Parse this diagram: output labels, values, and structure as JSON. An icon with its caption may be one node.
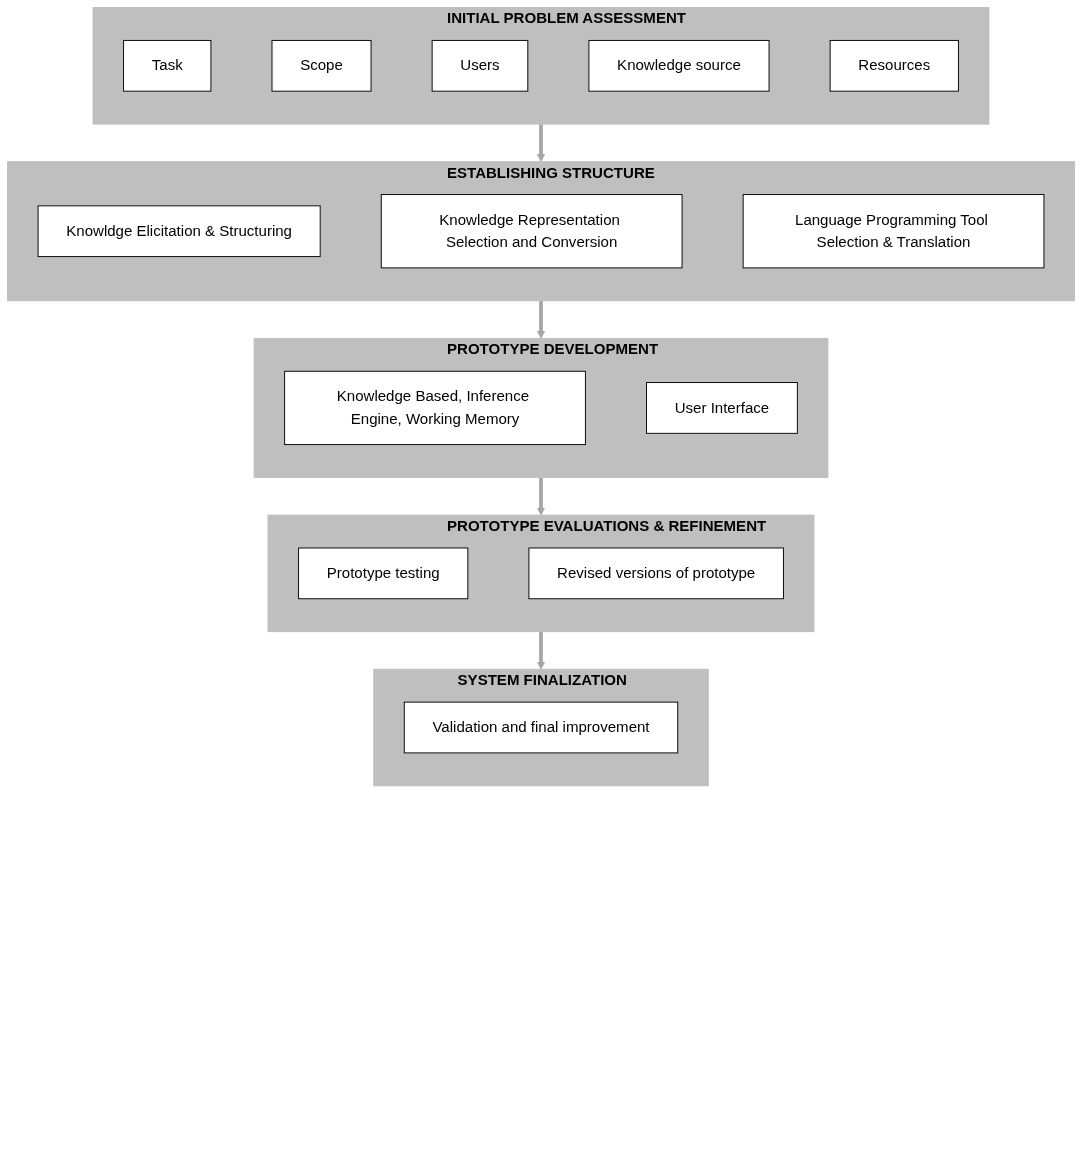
{
  "diagram": {
    "nodes": [
      {
        "text": [
          "INITIAL PROBLEM ASSESSMENT"
        ]
      },
      {
        "text": [
          "Task"
        ],
        "in": 0
      },
      {
        "text": [
          "Scope"
        ],
        "in": 0
      },
      {
        "text": [
          "Users"
        ],
        "in": 0
      },
      {
        "text": [
          "Knowledge source"
        ],
        "in": 0
      },
      {
        "text": [
          "Resources"
        ],
        "in": 0
      },
      {
        "text": [
          "ESTABLISHING STRUCTURE"
        ]
      },
      {
        "text": [
          "Knowldge Elicitation & Structuring"
        ],
        "in": 6
      },
      {
        "text": [
          "Knowledge Representation Selection and Conversion"
        ],
        "in": 6
      },
      {
        "text": [
          "Language Programming Tool Selection & Translation"
        ],
        "in": 6
      },
      {
        "text": [
          "PROTOTYPE DEVELOPMENT"
        ]
      },
      {
        "text": [
          "Knowledge Based, Inference Engine, Working Memory"
        ],
        "in": 10
      },
      {
        "text": [
          "User Interface"
        ],
        "in": 10
      },
      {
        "text": [
          "PROTOTYPE EVALUATIONS & REFINEMENT"
        ]
      },
      {
        "text": [
          "Prototype testing"
        ],
        "in": 13
      },
      {
        "text": [
          "Revised versions of prototype"
        ],
        "in": 13
      },
      {
        "text": [
          "SYSTEM FINALIZATION"
        ]
      },
      {
        "text": [
          "Validation and final improvement"
        ],
        "in": 16
      }
    ],
    "edges": [
      {
        "from": 0,
        "to": 6,
        "arrow": "to"
      },
      {
        "from": 6,
        "to": 10,
        "arrow": "to"
      },
      {
        "from": 10,
        "to": 13,
        "arrow": "to"
      },
      {
        "from": 13,
        "to": 16,
        "arrow": "to"
      }
    ]
  }
}
